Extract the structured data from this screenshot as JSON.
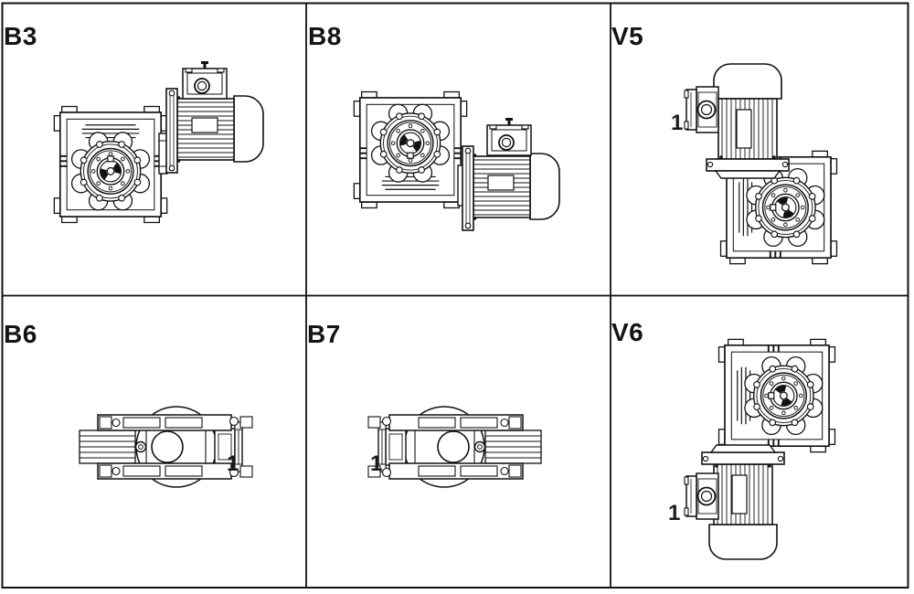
{
  "panels": {
    "b3": {
      "label": "B3"
    },
    "b8": {
      "label": "B8"
    },
    "v5": {
      "label": "V5",
      "terminal_box_marker": "1"
    },
    "b6": {
      "label": "B6",
      "terminal_box_marker": "1"
    },
    "b7": {
      "label": "B7",
      "terminal_box_marker": "1"
    },
    "v6": {
      "label": "V6",
      "terminal_box_marker": "1"
    }
  },
  "colors": {
    "line": "#111111",
    "background": "#ffffff",
    "label_text": "#141414"
  }
}
